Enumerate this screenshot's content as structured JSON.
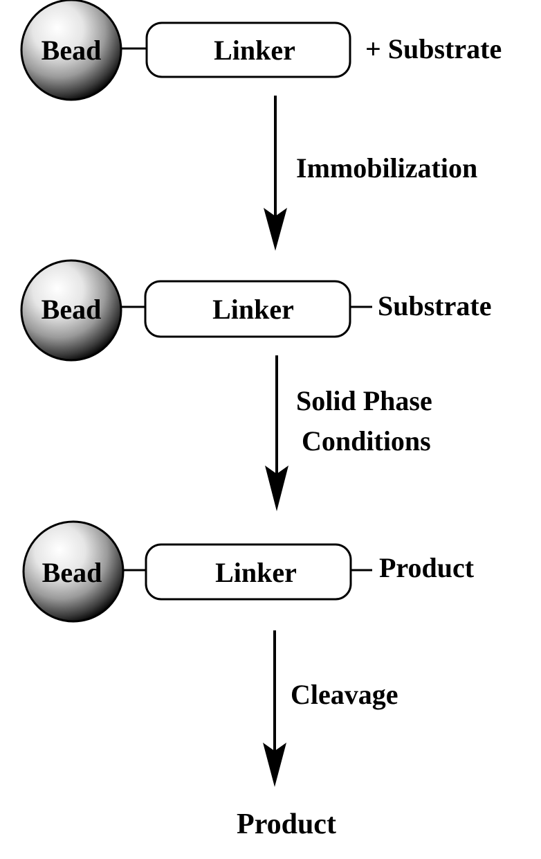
{
  "diagram": {
    "title": "Solid phase synthesis scheme",
    "rows": [
      {
        "bead_label": "Bead",
        "linker_label": "Linker",
        "attachment_label": "+ Substrate",
        "attached": false
      },
      {
        "bead_label": "Bead",
        "linker_label": "Linker",
        "attachment_label": "Substrate",
        "attached": true
      },
      {
        "bead_label": "Bead",
        "linker_label": "Linker",
        "attachment_label": "Product",
        "attached": true
      }
    ],
    "steps": [
      {
        "lines": [
          "Immobilization"
        ]
      },
      {
        "lines": [
          "Solid Phase",
          "Conditions"
        ]
      },
      {
        "lines": [
          "Cleavage"
        ]
      }
    ],
    "final_product_label": "Product",
    "colors": {
      "stroke": "#000000",
      "bead_highlight": "#ffffff",
      "bead_shadow": "#000000",
      "background": "#ffffff"
    }
  }
}
